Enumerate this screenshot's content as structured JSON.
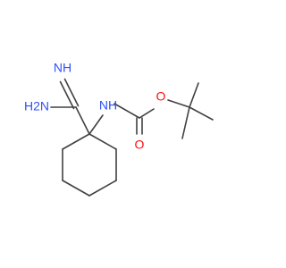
{
  "colors": {
    "bond": "#404040",
    "nitrogen": "#3050F8",
    "oxygen": "#FF0D0D"
  },
  "atoms": {
    "imine_nh": {
      "text": "NH",
      "element": "N"
    },
    "amine_h2n": {
      "text": "H2N",
      "element": "N"
    },
    "carbamate_nh": {
      "text": "NH",
      "element": "N"
    },
    "ester_o": {
      "text": "O",
      "element": "O"
    },
    "carbonyl_o": {
      "text": "O",
      "element": "O"
    }
  }
}
